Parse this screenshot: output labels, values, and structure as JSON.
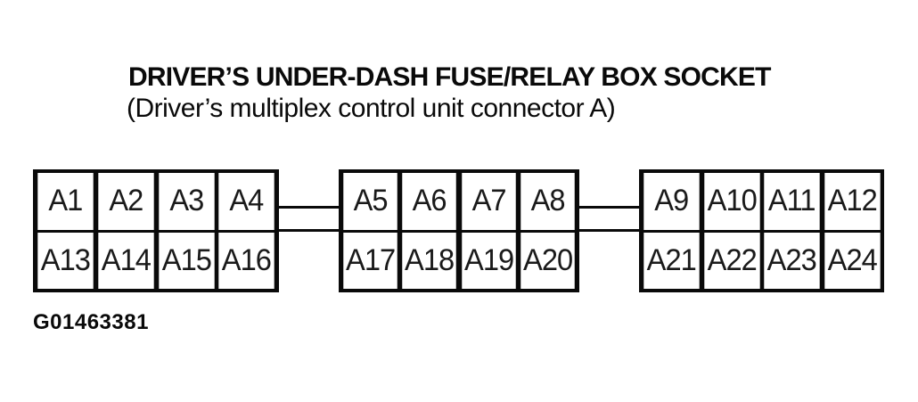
{
  "header": {
    "title": "DRIVER’S UNDER-DASH FUSE/RELAY BOX SOCKET",
    "subtitle": "(Driver’s multiplex control unit connector A)"
  },
  "diagram": {
    "blocks": [
      {
        "top_row": [
          "A1",
          "A2",
          "A3",
          "A4"
        ],
        "bottom_row": [
          "A13",
          "A14",
          "A15",
          "A16"
        ]
      },
      {
        "top_row": [
          "A5",
          "A6",
          "A7",
          "A8"
        ],
        "bottom_row": [
          "A17",
          "A18",
          "A19",
          "A20"
        ]
      },
      {
        "top_row": [
          "A9",
          "A10",
          "A11",
          "A12"
        ],
        "bottom_row": [
          "A21",
          "A22",
          "A23",
          "A24"
        ]
      }
    ]
  },
  "footer": {
    "figure_id": "G01463381"
  },
  "colors": {
    "ink": "#0a0a0a",
    "paper": "#ffffff"
  }
}
